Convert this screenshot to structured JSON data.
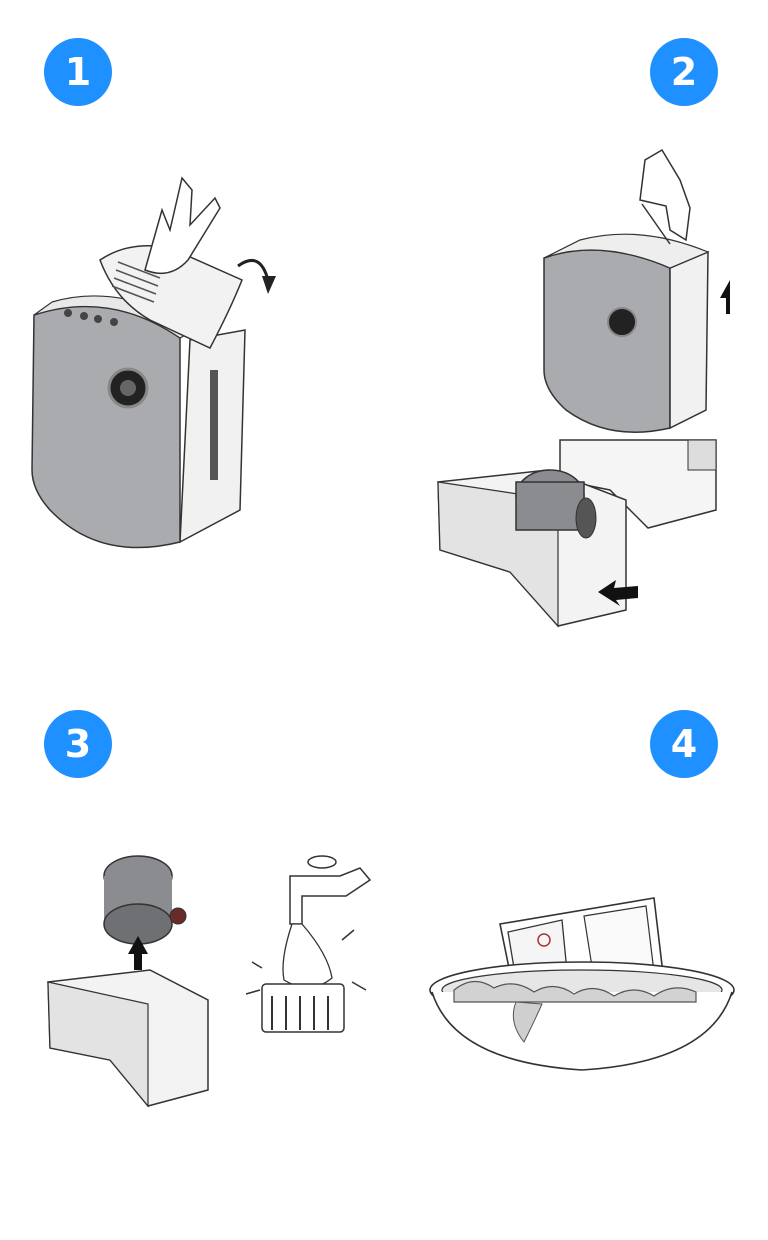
{
  "steps": [
    {
      "number": "1",
      "icon": "lift-lid-icon"
    },
    {
      "number": "2",
      "icon": "pull-out-tray-icon"
    },
    {
      "number": "3",
      "icon": "rinse-filter-icon"
    },
    {
      "number": "4",
      "icon": "soak-tray-icon"
    }
  ],
  "colors": {
    "accent": "#1e90ff",
    "body_gray": "#a9abae",
    "line": "#333333"
  }
}
